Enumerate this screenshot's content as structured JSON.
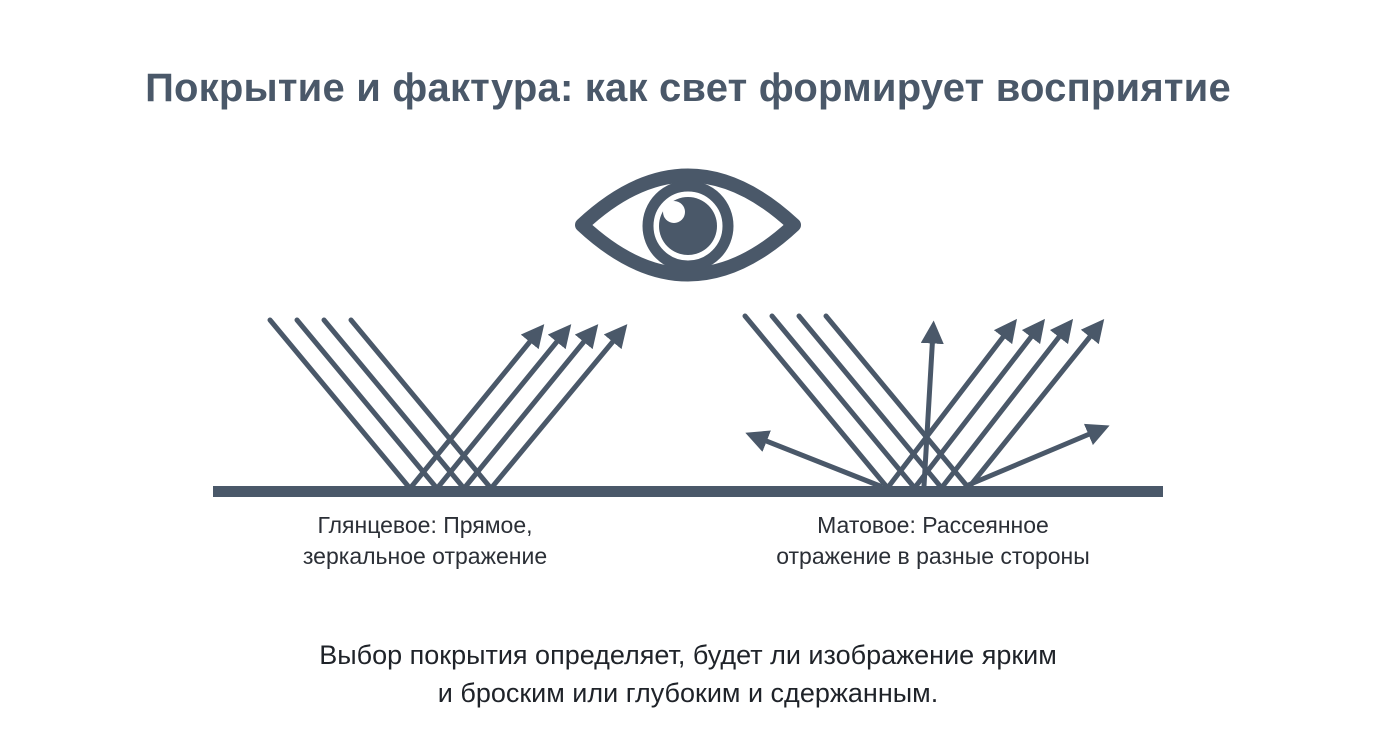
{
  "title": "Покрытие и фактура: как свет формирует восприятие",
  "colors": {
    "ink": "#4a5869",
    "text": "#2b2f36",
    "background": "#ffffff"
  },
  "icons": {
    "eye": "eye-icon"
  },
  "gloss": {
    "caption_line1": "Глянцевое: Прямое,",
    "caption_line2": "зеркальное отражение"
  },
  "matte": {
    "caption_line1": "Матовое: Рассеянное",
    "caption_line2": "отражение в разные стороны"
  },
  "footer": {
    "line1": "Выбор покрытия определяет, будет ли изображение ярким",
    "line2": "и броским или глубоким и сдержанным."
  }
}
